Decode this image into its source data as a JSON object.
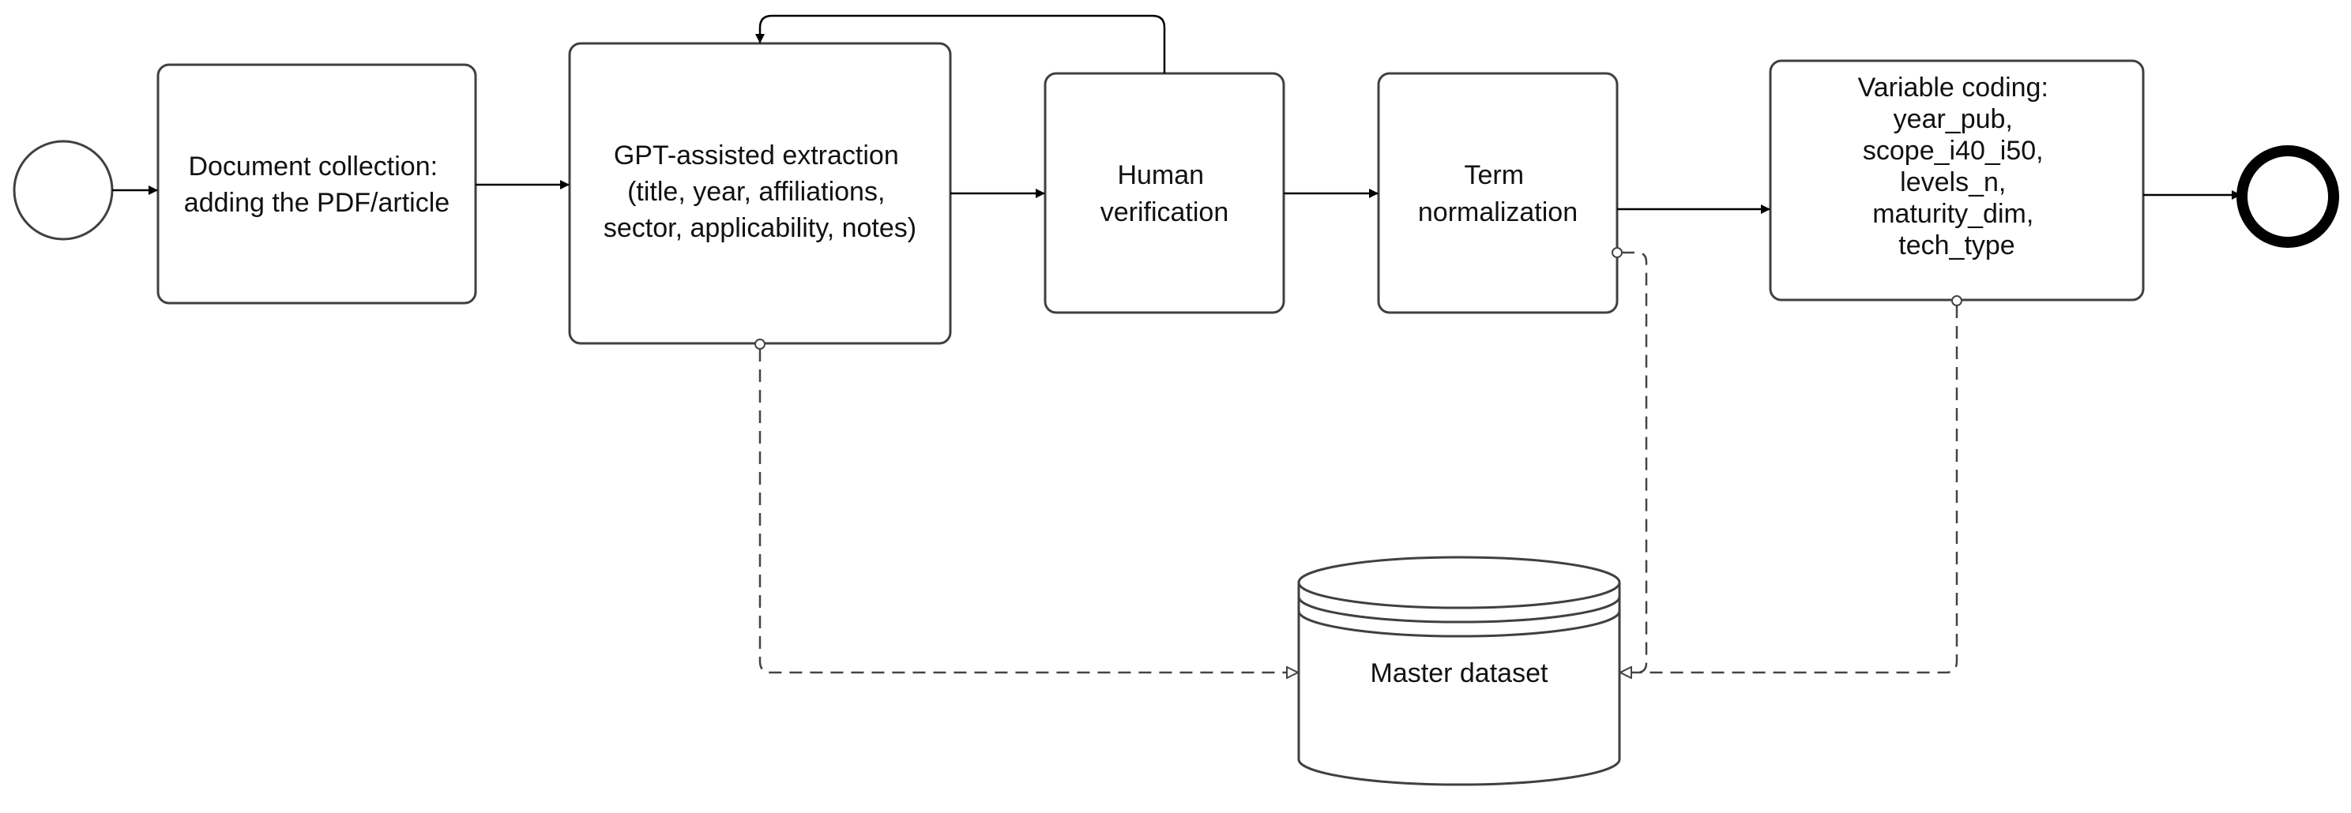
{
  "diagram": {
    "tasks": [
      {
        "id": "collect",
        "lines": [
          "Document collection:",
          "adding the PDF/article"
        ]
      },
      {
        "id": "extract",
        "lines": [
          "GPT-assisted extraction",
          "(title, year, affiliations,",
          "sector, applicability, notes)"
        ]
      },
      {
        "id": "verify",
        "lines": [
          "Human",
          "verification"
        ]
      },
      {
        "id": "normalize",
        "lines": [
          "Term",
          "normalization"
        ]
      },
      {
        "id": "coding",
        "lines": [
          "Variable coding:",
          "year_pub,",
          "scope_i40_i50,",
          "levels_n,",
          "maturity_dim,",
          "tech_type"
        ]
      }
    ],
    "datastore": {
      "label": "Master dataset"
    },
    "colors": {
      "stroke": "#404040",
      "text": "#111111",
      "end_event": "#000000"
    }
  }
}
